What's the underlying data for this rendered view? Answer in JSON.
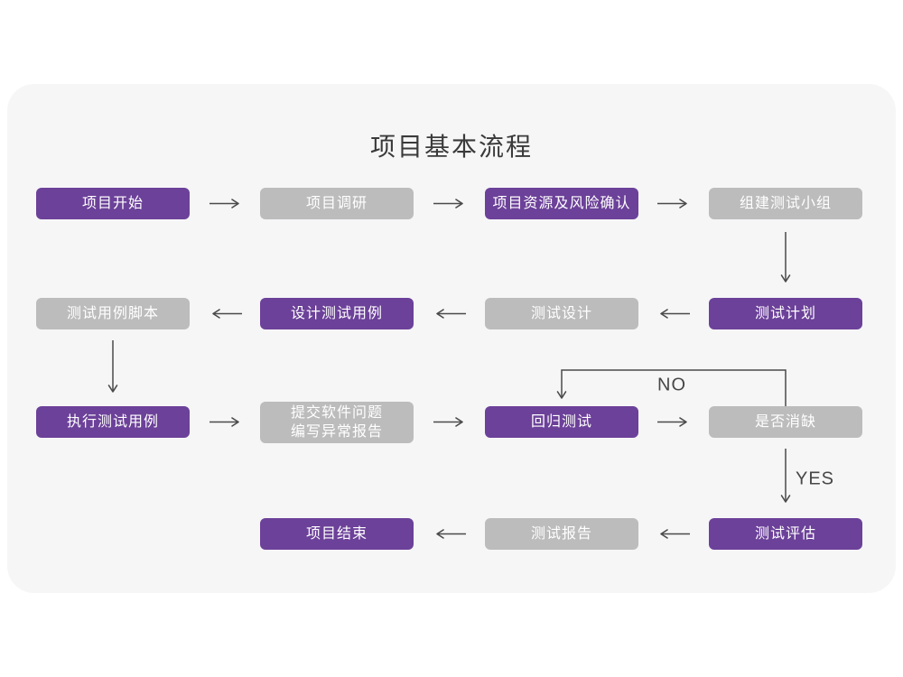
{
  "page": {
    "title": "项目基本流程"
  },
  "colors": {
    "accent_purple": "#6c4199",
    "node_gray": "#bcbcbc",
    "card_background": "#f6f6f7",
    "page_background": "#ffffff",
    "node_text": "#ffffff",
    "title_text": "#3a3a3a",
    "arrow": "#4a4a4a",
    "edge_label_text": "#474747"
  },
  "flowchart": {
    "nodes": [
      {
        "id": "project-start",
        "label": "项目开始",
        "variant": "purple"
      },
      {
        "id": "project-research",
        "label": "项目调研",
        "variant": "gray"
      },
      {
        "id": "resources-risk",
        "label": "项目资源及风险确认",
        "variant": "purple"
      },
      {
        "id": "build-test-team",
        "label": "组建测试小组",
        "variant": "gray"
      },
      {
        "id": "test-plan",
        "label": "测试计划",
        "variant": "purple"
      },
      {
        "id": "test-design",
        "label": "测试设计",
        "variant": "gray"
      },
      {
        "id": "design-test-cases",
        "label": "设计测试用例",
        "variant": "purple"
      },
      {
        "id": "test-case-scripts",
        "label": "测试用例脚本",
        "variant": "gray"
      },
      {
        "id": "execute-test-cases",
        "label": "执行测试用例",
        "variant": "purple"
      },
      {
        "id": "submit-issues-report",
        "label": "提交软件问题\n编写异常报告",
        "variant": "gray"
      },
      {
        "id": "regression-test",
        "label": "回归测试",
        "variant": "purple"
      },
      {
        "id": "defect-resolved-check",
        "label": "是否消缺",
        "variant": "gray"
      },
      {
        "id": "test-evaluation",
        "label": "测试评估",
        "variant": "purple"
      },
      {
        "id": "test-report",
        "label": "测试报告",
        "variant": "gray"
      },
      {
        "id": "project-end",
        "label": "项目结束",
        "variant": "purple"
      }
    ],
    "edges": [
      {
        "from": "project-start",
        "to": "project-research",
        "label": ""
      },
      {
        "from": "project-research",
        "to": "resources-risk",
        "label": ""
      },
      {
        "from": "resources-risk",
        "to": "build-test-team",
        "label": ""
      },
      {
        "from": "build-test-team",
        "to": "test-plan",
        "label": ""
      },
      {
        "from": "test-plan",
        "to": "test-design",
        "label": ""
      },
      {
        "from": "test-design",
        "to": "design-test-cases",
        "label": ""
      },
      {
        "from": "design-test-cases",
        "to": "test-case-scripts",
        "label": ""
      },
      {
        "from": "test-case-scripts",
        "to": "execute-test-cases",
        "label": ""
      },
      {
        "from": "execute-test-cases",
        "to": "submit-issues-report",
        "label": ""
      },
      {
        "from": "submit-issues-report",
        "to": "regression-test",
        "label": ""
      },
      {
        "from": "regression-test",
        "to": "defect-resolved-check",
        "label": ""
      },
      {
        "from": "defect-resolved-check",
        "to": "regression-test",
        "label": "NO"
      },
      {
        "from": "defect-resolved-check",
        "to": "test-evaluation",
        "label": "YES"
      },
      {
        "from": "test-evaluation",
        "to": "test-report",
        "label": ""
      },
      {
        "from": "test-report",
        "to": "project-end",
        "label": ""
      }
    ],
    "edge_labels": {
      "no": "NO",
      "yes": "YES"
    }
  }
}
